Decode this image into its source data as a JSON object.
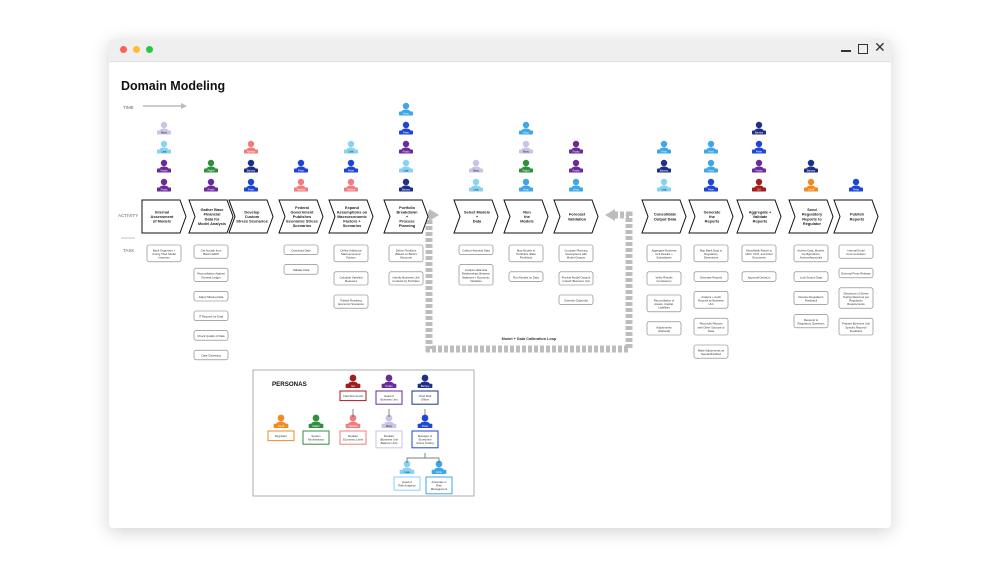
{
  "window": {
    "close_color": "#ff5f57",
    "minimize_color": "#febc2e",
    "zoom_color": "#28c840"
  },
  "title": "Domain Modeling",
  "lane_labels": {
    "time": "TIME",
    "activity": "ACTIVITY",
    "task": "TASK"
  },
  "colors": {
    "Mary": "#c9c3e6",
    "Lisa": "#86d3f4",
    "Frodo": "#6a2a9c",
    "Ralph": "#2f8f3a",
    "Nathan": "#f07c7c",
    "Barney": "#1e2f86",
    "Arno": "#3ea8e6",
    "Peter": "#1e46d6",
    "Ed": "#a31d1d",
    "Geoff": "#f28a1e"
  },
  "activities": [
    {
      "label": [
        "Internal",
        "Assessment",
        "of Models"
      ],
      "people": [
        "Mary",
        "Lisa",
        "Frodo",
        "Frodo"
      ],
      "tasks": [
        [
          "Bank Organizes +",
          "Curing Their Model",
          "Inventory"
        ]
      ]
    },
    {
      "label": [
        "Gather Base",
        "Financial",
        "Data for",
        "Model Analysis"
      ],
      "people": [
        "Ralph",
        "Frodo"
      ],
      "tasks": [
        [
          "Get Actuals from",
          "Bank's EDW"
        ],
        [
          "Reconciliation Against",
          "General Ledger"
        ],
        [
          "Adjust Missing Data"
        ],
        [
          "IT Request for Data"
        ],
        [
          "Check Quality of Data"
        ],
        [
          "Data Cleansing"
        ]
      ]
    },
    {
      "label": [
        "Develop",
        "Custom",
        "Stress Scenarios"
      ],
      "people": [
        "Nathan",
        "Barney",
        "Peter"
      ],
      "tasks": []
    },
    {
      "label": [
        "Federal",
        "Government",
        "Publishes",
        "Economic Stress",
        "Scenarios"
      ],
      "people": [
        "Peter",
        "Nathan"
      ],
      "tasks": [
        [
          "Download Data"
        ],
        [
          "Validate Data"
        ]
      ]
    },
    {
      "label": [
        "Expand",
        "Assumptions on",
        "Macroeconomic",
        "Factors +",
        "Scenarios"
      ],
      "people": [
        "Lisa",
        "Peter",
        "Nathan"
      ],
      "tasks": [
        [
          "Define Additional",
          "Macroeconomic",
          "Factors"
        ],
        [
          "Calculate Satisfied",
          "Measures"
        ],
        [
          "Publish Resulting",
          "Economic Scenarios"
        ]
      ]
    },
    {
      "label": [
        "Portfolio",
        "Breakdown",
        "+",
        "Process",
        "Planning"
      ],
      "people": [
        "Arno",
        "Peter",
        "Frodo",
        "Lisa",
        "Barney"
      ],
      "tasks": [
        [
          "Define Portfolios",
          "(Based on Bank's",
          "Structure)"
        ],
        [
          "Identify Business Unit",
          "Contacts by Portfolios"
        ]
      ]
    },
    {
      "label": [
        "Select Models",
        "+",
        "Data"
      ],
      "people": [
        "Mary",
        "Lisa"
      ],
      "tasks": [
        [
          "Collect Historical Data"
        ],
        [
          "Analyze Historical",
          "Relationships Between",
          "Balances + Economic",
          "Variables"
        ]
      ]
    },
    {
      "label": [
        "Run",
        "the",
        "Models"
      ],
      "people": [
        "Arno",
        "Mary",
        "Ralph",
        "Arno"
      ],
      "tasks": [
        [
          "Map Models to",
          "Portfolios (Data",
          "Portfolios)"
        ],
        [
          "Run Models on Data"
        ]
      ]
    },
    {
      "label": [
        "Forecast",
        "Validation"
      ],
      "people": [
        "Frodo",
        "Frodo",
        "Arno"
      ],
      "tasks": [
        [
          "Compare Planning",
          "Assumptions with",
          "Model Outputs"
        ],
        [
          "Provide Model Outputs",
          "to Each Business Unit"
        ],
        [
          "Override (Optional)"
        ]
      ]
    },
    {
      "label": [
        "Consolidate",
        "Output Data"
      ],
      "people": [
        "Arno",
        "Barney",
        "Lisa"
      ],
      "tasks": [
        [
          "Aggregate Business",
          "Unit Results +",
          "Subsidiaries"
        ],
        [
          "Verify Results",
          "Consistency"
        ],
        [
          "Reconciliation of",
          "Assets, Capital,",
          "Liabilities"
        ],
        [
          "Adjustments",
          "(Optional)"
        ]
      ]
    },
    {
      "label": [
        "Generate",
        "the",
        "Reports"
      ],
      "people": [
        "Arno",
        "Arno",
        "Peter"
      ],
      "tasks": [
        [
          "Map Bank Data to",
          "Regulatory",
          "Dimensions"
        ],
        [
          "Generate Reports"
        ],
        [
          "Analyze + Audit",
          "Reports by Business",
          "Unit"
        ],
        [
          "Reconcile Reports",
          "with Other Sources of",
          "Data"
        ],
        [
          "Make Adjustments as",
          "Needed/Notified"
        ]
      ]
    },
    {
      "label": [
        "Aggregate +",
        "Validate",
        "Reports"
      ],
      "people": [
        "Barney",
        "Peter",
        "Frodo",
        "Ed"
      ],
      "tasks": [
        [
          "Show/Walk Report to",
          "CRO, CFO, and Chief",
          "Economist"
        ],
        [
          "Approval Decision"
        ]
      ]
    },
    {
      "label": [
        "Send",
        "Regulatory",
        "Reports to",
        "Regulator"
      ],
      "people": [
        "Barney",
        "Geoff"
      ],
      "tasks": [
        [
          "Archive Data, Models,",
          "Configurations,",
          "Actions/Approvals"
        ],
        [
          "Lock Source Data"
        ],
        [
          "Receive Regulator's",
          "Feedback"
        ],
        [
          "Respond to",
          "Regulatory Questions"
        ]
      ]
    },
    {
      "label": [
        "Publish",
        "Reports"
      ],
      "people": [
        "Peter"
      ],
      "tasks": [
        [
          "Internal Email",
          "Communication"
        ],
        [
          "External Press Release"
        ],
        [
          "Disclosure of Stress",
          "Testing Result as per",
          "Regulatory",
          "Requirements"
        ],
        [
          "Prepare Business Unit",
          "Specific Reports/",
          "Feedback"
        ]
      ]
    }
  ],
  "loop_label": "Model + Data Calibration Loop",
  "personas": {
    "title": "PERSONAS",
    "nodes": [
      {
        "name": "Ed",
        "role": [
          "Chief Economist"
        ]
      },
      {
        "name": "Frodo",
        "role": [
          "Head of",
          "Business Unit"
        ]
      },
      {
        "name": "Barney",
        "role": [
          "Chief Risk",
          "Officer"
        ]
      },
      {
        "name": "Geoff",
        "role": [
          "Regulator"
        ]
      },
      {
        "name": "Ralph",
        "role": [
          "System",
          "Administrator"
        ]
      },
      {
        "name": "Nathan",
        "role": [
          "Modeler",
          "Economic Level"
        ]
      },
      {
        "name": "Mary",
        "role": [
          "Modeler",
          "(Business Unit",
          "Balance Unit)"
        ]
      },
      {
        "name": "Peter",
        "role": [
          "Manager of",
          "Enterprise",
          "Stress Testing"
        ]
      },
      {
        "name": "Lisa",
        "role": [
          "Head of",
          "Risk Analytics"
        ]
      },
      {
        "name": "Arno",
        "role": [
          "Associate in",
          "Risk",
          "Management"
        ]
      }
    ]
  }
}
